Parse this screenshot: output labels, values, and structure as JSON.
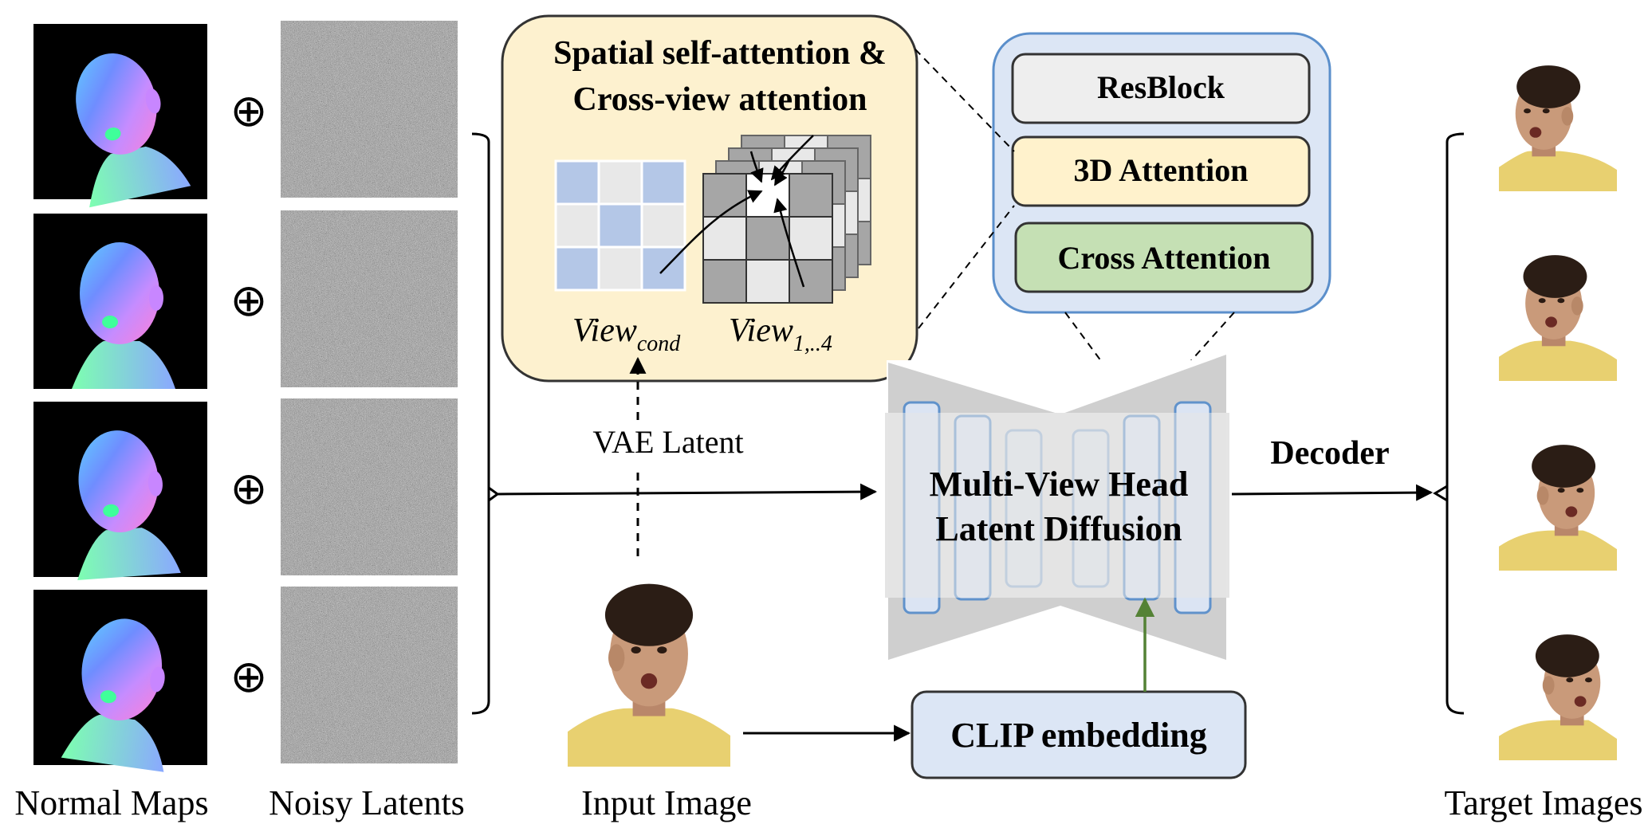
{
  "labels": {
    "normal_maps": "Normal Maps",
    "noisy_latents": "Noisy Latents",
    "input_image": "Input Image",
    "target_images": "Target Images",
    "vae_latent": "VAE Latent",
    "decoder": "Decoder",
    "plus_symbol": "⊕"
  },
  "attention_panel": {
    "title_line1": "Spatial self-attention &",
    "title_line2": "Cross-view attention",
    "view_cond_base": "View",
    "view_cond_sub": "cond",
    "view_multi_base": "View",
    "view_multi_sub": "1,..4"
  },
  "unet_block": {
    "resblock": "ResBlock",
    "attention_3d": "3D Attention",
    "cross_attention": "Cross Attention"
  },
  "diffusion": {
    "line1": "Multi-View Head",
    "line2": "Latent Diffusion"
  },
  "clip": {
    "label": "CLIP embedding"
  },
  "counts": {
    "normal_maps": 4,
    "noisy_latents": 4,
    "target_images": 4,
    "views_stacked": 4
  },
  "colors": {
    "panel_yellow": "#fdf1cf",
    "block_blue": "#dce6f5",
    "block_border_blue": "#5b8fcb",
    "res_gray": "#eeeeee",
    "cross_green": "#c5e0b4",
    "attn_yellow": "#fff2cc",
    "grid_blue": "#b4c7e7",
    "grid_light": "#e8e8e8",
    "grid_dark": "#a6a6a6",
    "clip_fill": "#dce6f5",
    "arrow_green": "#548235",
    "skin": "#c99a7a",
    "shirt": "#e8d070",
    "hair": "#2b1d15"
  }
}
